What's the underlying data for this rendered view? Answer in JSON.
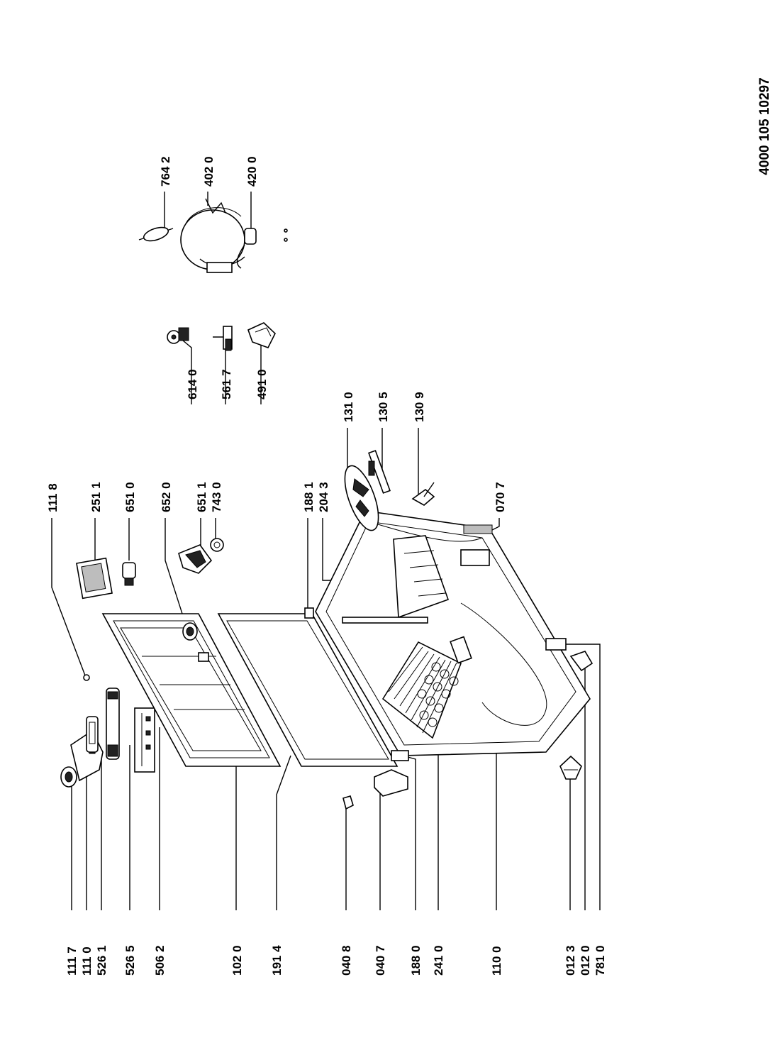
{
  "document_number": "4000 105 10297",
  "labels": {
    "l1117": "111 7",
    "l1110": "111 0",
    "l5261": "526 1",
    "l5265": "526 5",
    "l5062": "506 2",
    "l1020": "102 0",
    "l1914": "191 4",
    "l0408": "040 8",
    "l0407": "040 7",
    "l1880": "188 0",
    "l2410": "241 0",
    "l1100": "110 0",
    "l0123": "012 3",
    "l0120": "012 0",
    "l7810": "781 0",
    "l1118": "111 8",
    "l2511": "251 1",
    "l6510": "651 0",
    "l6520": "652 0",
    "l6511": "651 1",
    "l7430": "743 0",
    "l1881": "188 1",
    "l2043": "204 3",
    "l0707": "070 7",
    "l1310": "131 0",
    "l1305": "130 5",
    "l1309": "130 9",
    "l6140": "614 0",
    "l5617": "561 7",
    "l4910": "491 0",
    "l7642": "764 2",
    "l4020": "402 0",
    "l4200": "420 0"
  }
}
